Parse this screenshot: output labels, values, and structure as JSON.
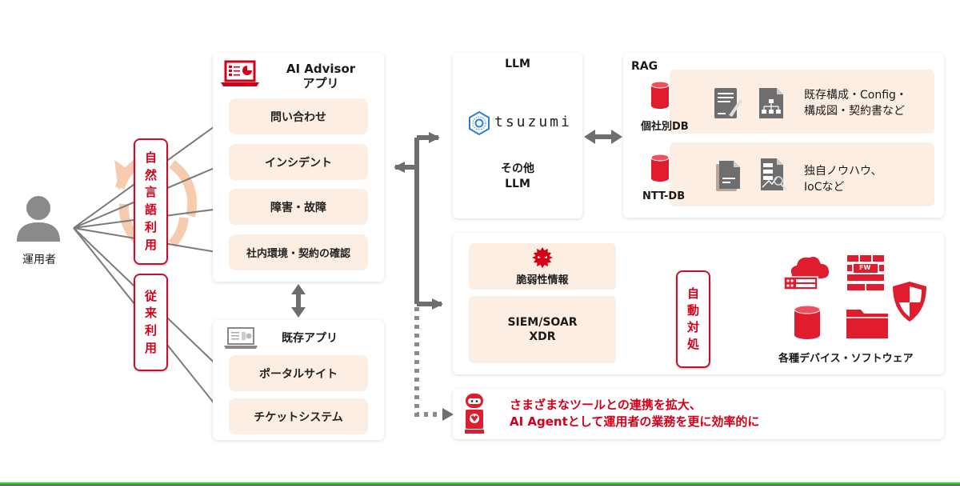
{
  "operator": {
    "label": "運用者",
    "icon": "person-icon"
  },
  "usage_labels": {
    "natural_language": [
      "自",
      "然",
      "言",
      "語",
      "利",
      "用"
    ],
    "conventional": [
      "従",
      "来",
      "利",
      "用"
    ]
  },
  "ai_advisor": {
    "title_line1": "AI Advisor",
    "title_line2": "アプリ",
    "icon": "laptop-dashboard-icon",
    "items": [
      "問い合わせ",
      "インシデント",
      "障害・故障",
      "社内環境・契約の確認"
    ]
  },
  "existing_app": {
    "title": "既存アプリ",
    "icon": "laptop-icon",
    "items": [
      "ポータルサイト",
      "チケットシステム"
    ]
  },
  "llm": {
    "title": "LLM",
    "brand": "tsuzumi",
    "other_line1": "その他",
    "other_line2": "LLM"
  },
  "rag": {
    "title": "RAG",
    "databases": [
      {
        "name": "個社別DB",
        "desc_line1": "既存構成・Config・",
        "desc_line2": "構成図・契約書など"
      },
      {
        "name": "NTT-DB",
        "desc_line1": "独自ノウハウ、",
        "desc_line2": "IoCなど"
      }
    ]
  },
  "security": {
    "vuln_label": "脆弱性情報",
    "siem_line1": "SIEM/SOAR",
    "siem_line2": "XDR",
    "auto_response": [
      "自",
      "動",
      "対",
      "処"
    ],
    "devices_label": "各種デバイス・ソフトウェア",
    "fw_text": "FW"
  },
  "agent": {
    "line1": "さまざまなツールとの連携を拡大、",
    "line2": "AI Agentとして運用者の業務を更に効率的に"
  },
  "colors": {
    "accent_red": "#d4001a",
    "pill_peach": "#fdeee3",
    "arrow_gray": "#777777",
    "icon_gray": "#6e6e6e",
    "cycle_orange": "#f5c3a0",
    "bottom_line_green": "#18e018"
  }
}
